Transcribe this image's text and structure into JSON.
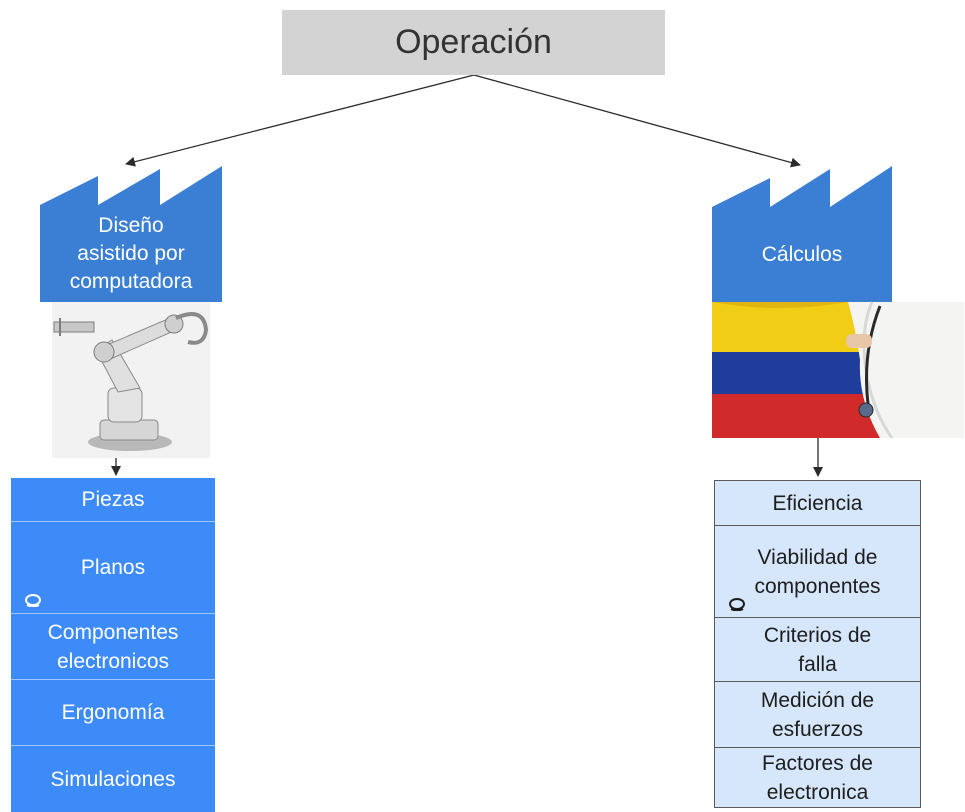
{
  "root": {
    "label": "Operación"
  },
  "left": {
    "title": "Diseño\nasistido por\ncomputadora",
    "image": "robot-arm-image",
    "items": [
      {
        "label": "Piezas"
      },
      {
        "label": "Planos"
      },
      {
        "label": "Componentes electronicos"
      },
      {
        "label": "Ergonomía"
      },
      {
        "label": "Simulaciones"
      }
    ]
  },
  "right": {
    "title": "Cálculos",
    "image": "colombia-flag-doctor-image",
    "items": [
      {
        "label": "Eficiencia"
      },
      {
        "label": "Viabilidad de componentes"
      },
      {
        "label": "Criterios de falla"
      },
      {
        "label": "Medición de esfuerzos"
      },
      {
        "label": "Factores de electronica"
      }
    ]
  },
  "colors": {
    "factory": "#3a7fd3",
    "left_items": "#3d8bf8",
    "right_items": "#d7e7fb",
    "root": "#d3d3d3"
  }
}
